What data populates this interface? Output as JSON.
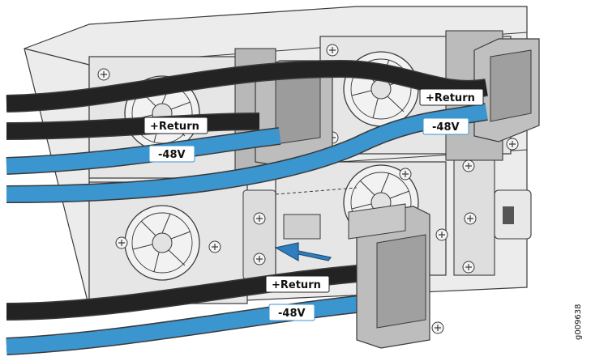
{
  "labels": {
    "plus_return": "+Return",
    "minus_48v": "-48V"
  },
  "figure_id": "g009638",
  "colors": {
    "cable_black": "#232323",
    "cable_blue": "#3b95cf",
    "chassis": "#ebebeb",
    "line": "#3a3a3a",
    "label_bg": "#ffffff"
  },
  "icons": [
    "fan-grille",
    "power-supply-unit",
    "cable-lug-cover",
    "insert-arrow"
  ]
}
